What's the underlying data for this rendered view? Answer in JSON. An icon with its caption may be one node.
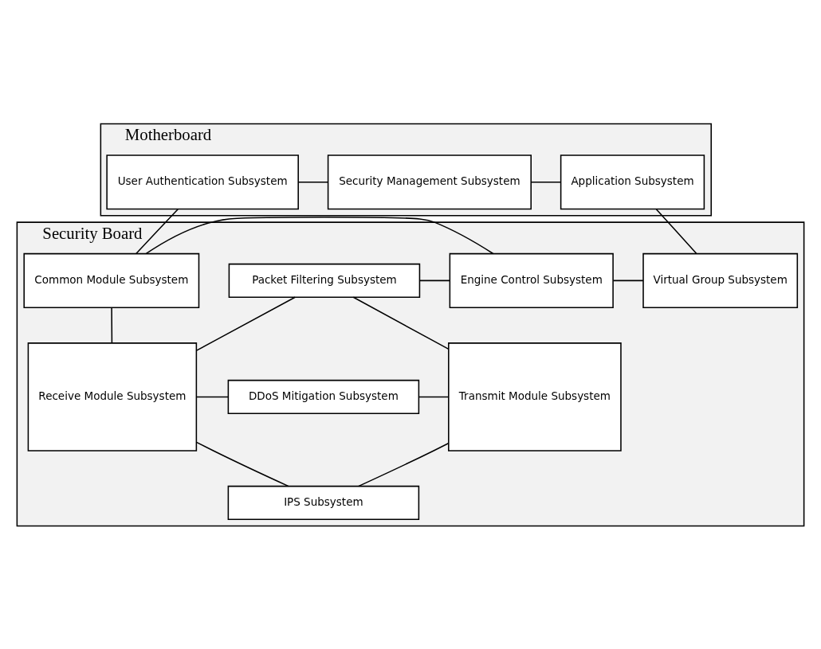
{
  "diagram": {
    "nodes": [
      {
        "text": [
          "Motherboard"
        ]
      },
      {
        "text": [
          "User Authentication Subsystem"
        ],
        "in": 0
      },
      {
        "text": [
          "Security Management Subsystem"
        ],
        "in": 0
      },
      {
        "text": [
          "Application Subsystem"
        ],
        "in": 0
      },
      {
        "text": [
          "Security Board"
        ]
      },
      {
        "text": [
          "Common Module Subsystem"
        ],
        "in": 4
      },
      {
        "text": [
          "Engine Control Subsystem"
        ],
        "in": 4
      },
      {
        "text": [
          "Virtual Group Subsystem"
        ],
        "in": 4
      },
      {
        "text": [
          "Receive Module Subsystem"
        ],
        "in": 4
      },
      {
        "text": [
          "Packet Filtering Subsystem"
        ],
        "in": 4
      },
      {
        "text": [
          "DDoS Mitigation Subsystem"
        ],
        "in": 4
      },
      {
        "text": [
          "IPS Subsystem"
        ],
        "in": 4
      },
      {
        "text": [
          "Transmit Module Subsystem"
        ],
        "in": 4
      }
    ],
    "edges": [
      {
        "from": 1,
        "to": 2,
        "arrow": "none"
      },
      {
        "from": 2,
        "to": 3,
        "arrow": "none"
      },
      {
        "from": 1,
        "to": 5,
        "arrow": "none"
      },
      {
        "from": 3,
        "to": 7,
        "arrow": "none"
      },
      {
        "from": 5,
        "to": 6,
        "arrow": "none"
      },
      {
        "from": 6,
        "to": 7,
        "arrow": "none"
      },
      {
        "from": 5,
        "to": 8,
        "arrow": "none"
      },
      {
        "from": 6,
        "to": 9,
        "arrow": "none"
      },
      {
        "from": 8,
        "to": 9,
        "arrow": "none"
      },
      {
        "from": 8,
        "to": 10,
        "arrow": "none"
      },
      {
        "from": 8,
        "to": 11,
        "arrow": "none"
      },
      {
        "from": 9,
        "to": 12,
        "arrow": "none"
      },
      {
        "from": 10,
        "to": 12,
        "arrow": "none"
      },
      {
        "from": 11,
        "to": 12,
        "arrow": "none"
      }
    ]
  }
}
